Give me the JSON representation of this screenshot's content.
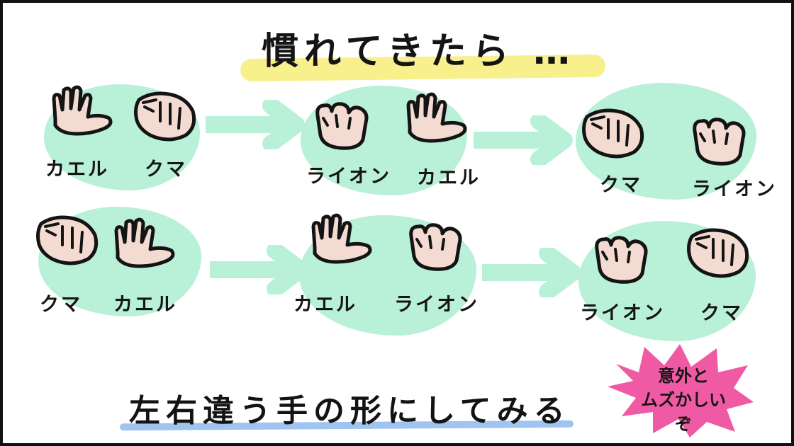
{
  "title": "慣れてきたら …",
  "rows": [
    {
      "groups": [
        {
          "left_label": "カエル",
          "right_label": "クマ"
        },
        {
          "left_label": "ライオン",
          "right_label": "カエル"
        },
        {
          "left_label": "クマ",
          "right_label": "ライオン"
        }
      ]
    },
    {
      "groups": [
        {
          "left_label": "クマ",
          "right_label": "カエル"
        },
        {
          "left_label": "カエル",
          "right_label": "ライオン"
        },
        {
          "left_label": "ライオン",
          "right_label": "クマ"
        }
      ]
    }
  ],
  "bottom_text": "左右違う手の形にしてみる",
  "burst": {
    "line1": "意外と",
    "line2": "ムズかしいぞ"
  },
  "colors": {
    "blob": "#b8f0d8",
    "arrow": "#b8f0d8",
    "title_highlight": "#f7f08c",
    "underline": "#9ec4ef",
    "burst": "#f05aa4",
    "skin": "#f3dbd2",
    "ink": "#141414"
  },
  "icons": {
    "open_hand": "frog-hand-icon",
    "fist": "bear-hand-icon",
    "claw": "lion-hand-icon"
  }
}
